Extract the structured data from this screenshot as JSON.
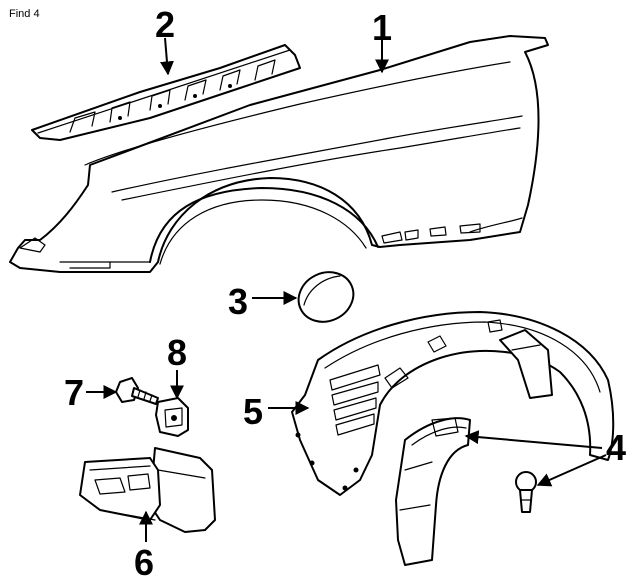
{
  "header": {
    "find_label": "Find 4"
  },
  "callouts": [
    {
      "id": "1",
      "label": "1"
    },
    {
      "id": "2",
      "label": "2"
    },
    {
      "id": "3",
      "label": "3"
    },
    {
      "id": "4",
      "label": "4"
    },
    {
      "id": "5",
      "label": "5"
    },
    {
      "id": "6",
      "label": "6"
    },
    {
      "id": "7",
      "label": "7"
    },
    {
      "id": "8",
      "label": "8"
    }
  ]
}
